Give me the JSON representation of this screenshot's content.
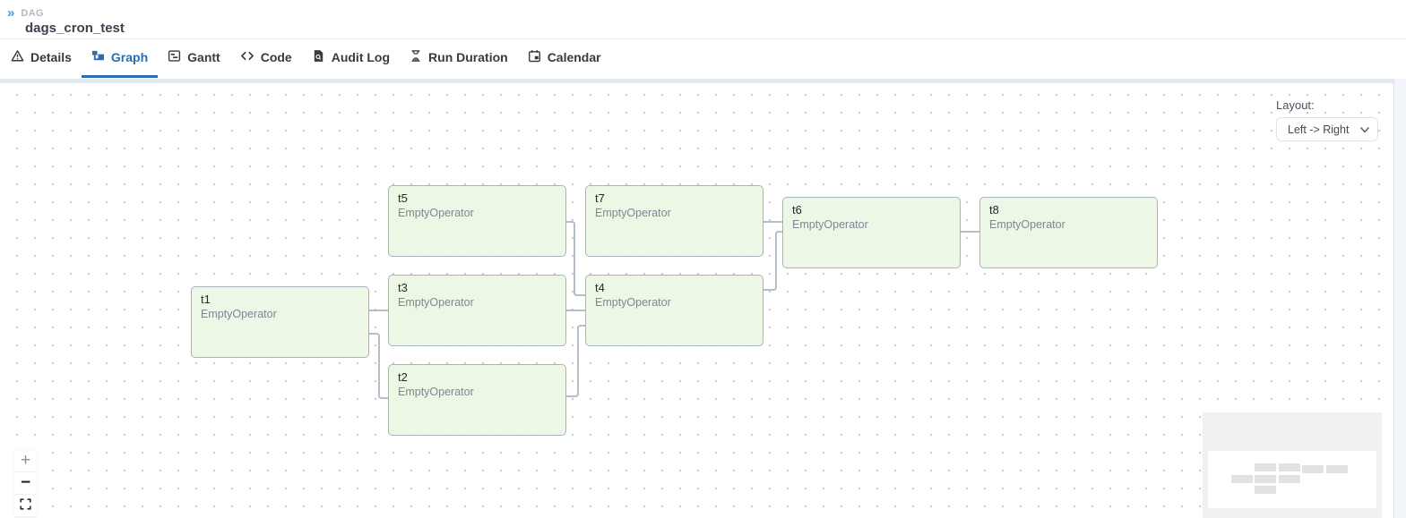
{
  "breadcrumb": {
    "section": "DAG",
    "dag_id": "dags_cron_test"
  },
  "icons": {
    "breadcrumb_chevrons": "»",
    "zoom_in": "+",
    "zoom_out": "−"
  },
  "tabs": {
    "items": [
      {
        "label": "Details",
        "icon": "warning-triangle-icon",
        "active": false
      },
      {
        "label": "Graph",
        "icon": "graph-icon",
        "active": true
      },
      {
        "label": "Gantt",
        "icon": "gantt-icon",
        "active": false
      },
      {
        "label": "Code",
        "icon": "code-icon",
        "active": false
      },
      {
        "label": "Audit Log",
        "icon": "audit-log-icon",
        "active": false
      },
      {
        "label": "Run Duration",
        "icon": "hourglass-icon",
        "active": false
      },
      {
        "label": "Calendar",
        "icon": "calendar-icon",
        "active": false
      }
    ]
  },
  "layout_control": {
    "label": "Layout:",
    "value": "Left -> Right"
  },
  "graph": {
    "nodes": [
      {
        "id": "t1",
        "operator": "EmptyOperator"
      },
      {
        "id": "t2",
        "operator": "EmptyOperator"
      },
      {
        "id": "t3",
        "operator": "EmptyOperator"
      },
      {
        "id": "t4",
        "operator": "EmptyOperator"
      },
      {
        "id": "t5",
        "operator": "EmptyOperator"
      },
      {
        "id": "t6",
        "operator": "EmptyOperator"
      },
      {
        "id": "t7",
        "operator": "EmptyOperator"
      },
      {
        "id": "t8",
        "operator": "EmptyOperator"
      }
    ],
    "edges": [
      {
        "from": "t1",
        "to": "t3"
      },
      {
        "from": "t1",
        "to": "t2"
      },
      {
        "from": "t5",
        "to": "t4"
      },
      {
        "from": "t3",
        "to": "t4"
      },
      {
        "from": "t2",
        "to": "t4"
      },
      {
        "from": "t7",
        "to": "t6"
      },
      {
        "from": "t4",
        "to": "t6"
      },
      {
        "from": "t6",
        "to": "t8"
      }
    ]
  },
  "colors": {
    "accent": "#2b6cb0",
    "node_fill": "#ecf7e6",
    "node_border": "#a7b3c2",
    "edge": "#b5bfcb"
  }
}
